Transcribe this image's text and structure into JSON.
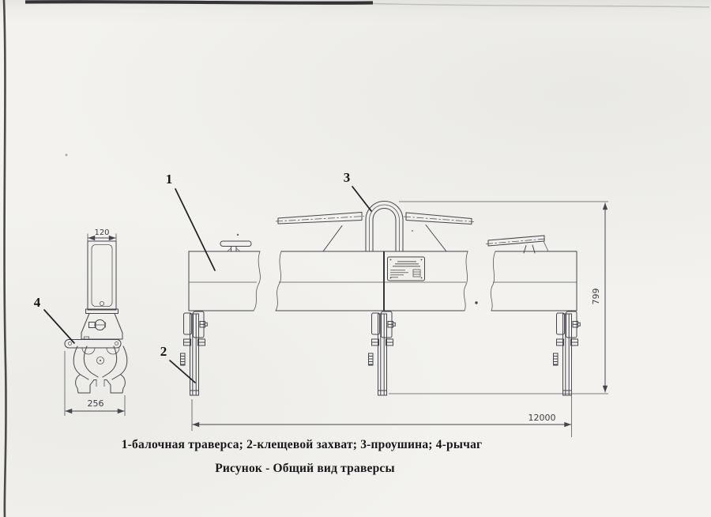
{
  "figure": {
    "caption_parts": "1-балочная траверса; 2-клещевой захват; 3-проушина; 4-рычаг",
    "caption_title": "Рисунок  - Общий вид траверсы"
  },
  "part_labels": {
    "beam": "1",
    "clamp": "2",
    "eye": "3",
    "lever": "4"
  },
  "dimensions": {
    "grab_top_width": "120",
    "grab_jaw_width": "256",
    "traverse_height": "799",
    "traverse_length": "12000"
  },
  "colors": {
    "paper": "#f3f2ee",
    "ink": "#45454d",
    "text": "#17171a",
    "scan_edge": "#202024"
  }
}
